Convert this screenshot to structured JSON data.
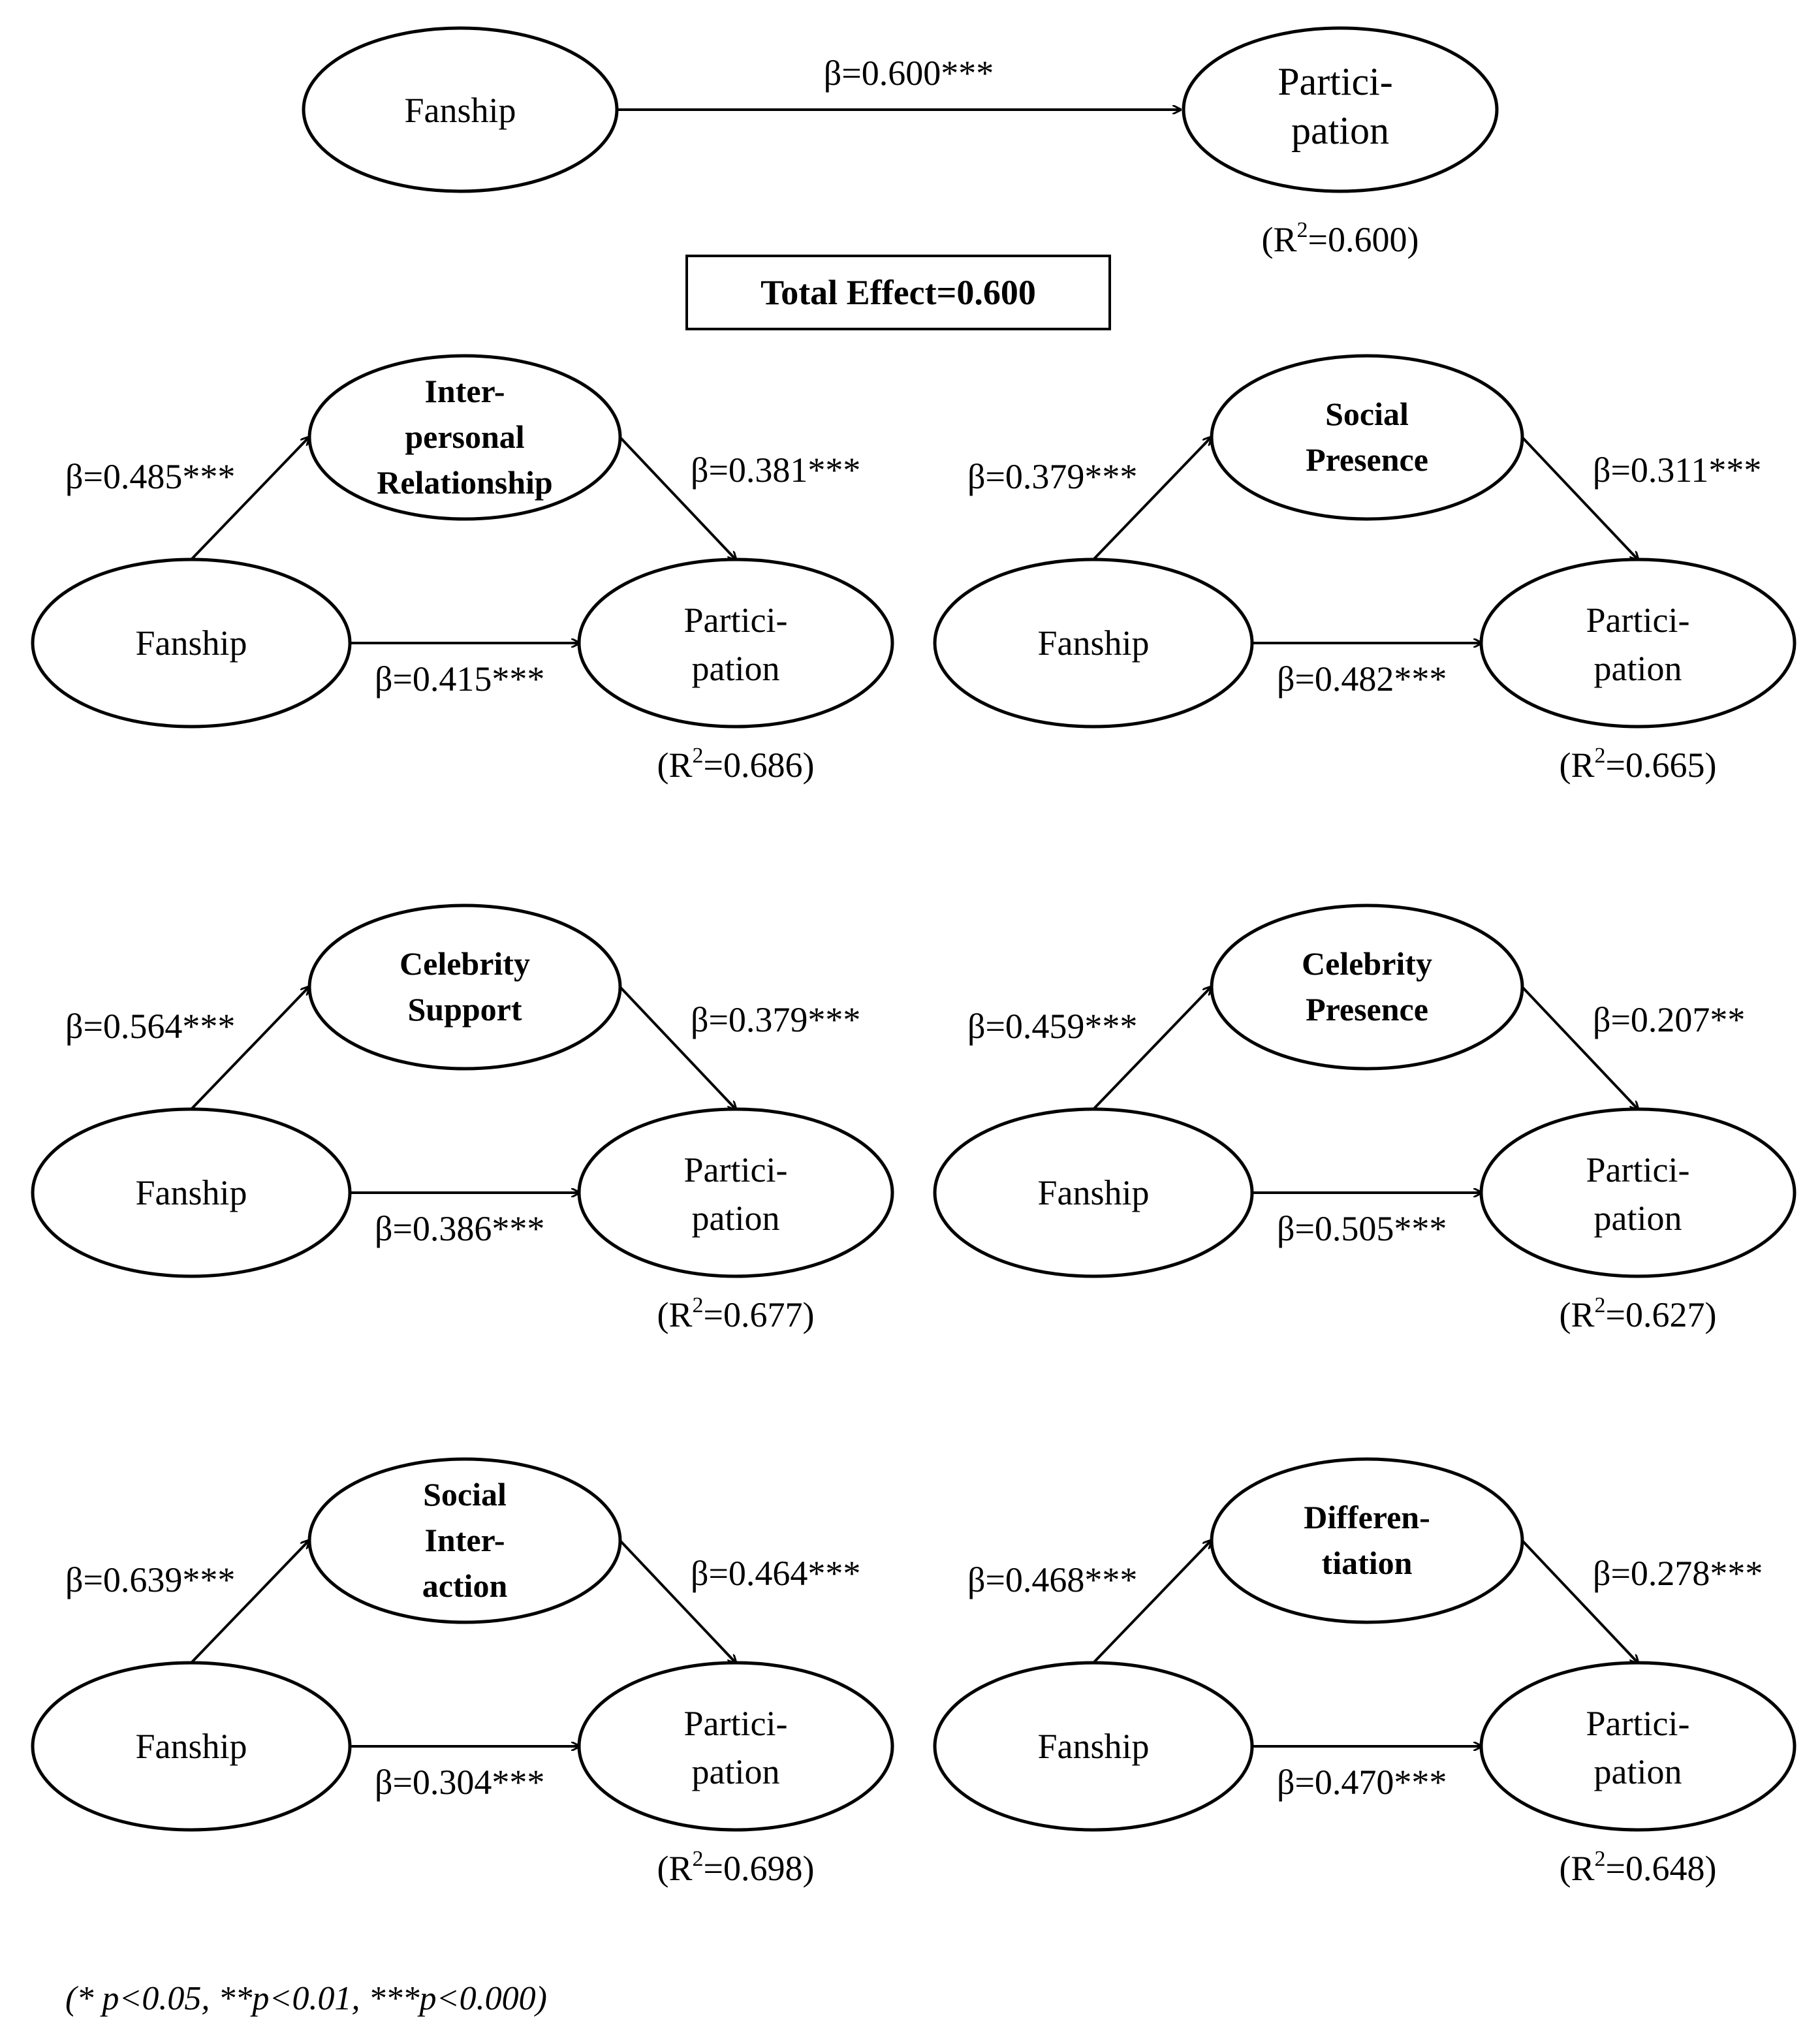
{
  "top_model": {
    "predictor": [
      "Fanship"
    ],
    "outcome": [
      "Partici-",
      "pation"
    ],
    "beta": "β=0.600***",
    "r2_prefix": "(R",
    "r2_sup": "2",
    "r2_value": "=0.600)"
  },
  "total_effect": "Total Effect=0.600",
  "panels": [
    {
      "mediator": [
        "Inter-",
        "personal",
        "Relationship"
      ],
      "predictor": [
        "Fanship"
      ],
      "outcome": [
        "Partici-",
        "pation"
      ],
      "beta_a": "β=0.485***",
      "beta_b": "β=0.381***",
      "beta_c": "β=0.415***",
      "r2_prefix": "(R",
      "r2_sup": "2",
      "r2_value": "=0.686)"
    },
    {
      "mediator": [
        "Social",
        "Presence"
      ],
      "predictor": [
        "Fanship"
      ],
      "outcome": [
        "Partici-",
        "pation"
      ],
      "beta_a": "β=0.379***",
      "beta_b": "β=0.311***",
      "beta_c": "β=0.482***",
      "r2_prefix": "(R",
      "r2_sup": "2",
      "r2_value": "=0.665)"
    },
    {
      "mediator": [
        "Celebrity",
        "Support"
      ],
      "predictor": [
        "Fanship"
      ],
      "outcome": [
        "Partici-",
        "pation"
      ],
      "beta_a": "β=0.564***",
      "beta_b": "β=0.379***",
      "beta_c": "β=0.386***",
      "r2_prefix": "(R",
      "r2_sup": "2",
      "r2_value": "=0.677)"
    },
    {
      "mediator": [
        "Celebrity",
        "Presence"
      ],
      "predictor": [
        "Fanship"
      ],
      "outcome": [
        "Partici-",
        "pation"
      ],
      "beta_a": "β=0.459***",
      "beta_b": "β=0.207**",
      "beta_c": "β=0.505***",
      "r2_prefix": "(R",
      "r2_sup": "2",
      "r2_value": "=0.627)"
    },
    {
      "mediator": [
        "Social",
        "Inter-",
        "action"
      ],
      "predictor": [
        "Fanship"
      ],
      "outcome": [
        "Partici-",
        "pation"
      ],
      "beta_a": "β=0.639***",
      "beta_b": "β=0.464***",
      "beta_c": "β=0.304***",
      "r2_prefix": "(R",
      "r2_sup": "2",
      "r2_value": "=0.698)"
    },
    {
      "mediator": [
        "Differen-",
        "tiation"
      ],
      "predictor": [
        "Fanship"
      ],
      "outcome": [
        "Partici-",
        "pation"
      ],
      "beta_a": "β=0.468***",
      "beta_b": "β=0.278***",
      "beta_c": "β=0.470***",
      "r2_prefix": "(R",
      "r2_sup": "2",
      "r2_value": "=0.648)"
    }
  ],
  "note": "(* p<0.05, **p<0.01, ***p<0.000)"
}
